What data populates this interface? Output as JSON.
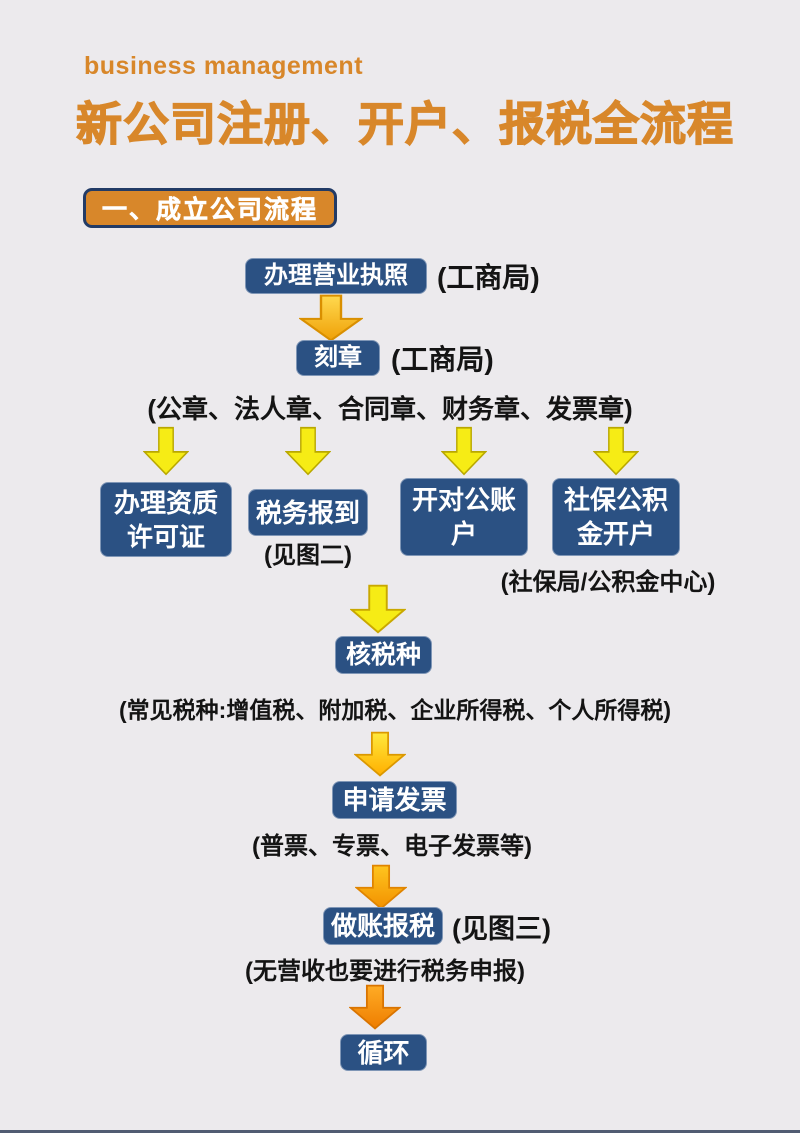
{
  "palette": {
    "background": "#ECEAED",
    "accent_orange": "#D8872A",
    "box_navy": "#2B5183",
    "arrow_yellow": "#F6EC15",
    "arrow_gold": "#EFA007",
    "arrow_orange": "#EE7D00",
    "badge_border_navy": "#223B66",
    "text_dark": "#141414"
  },
  "header": {
    "eyebrow": "business management",
    "title": "新公司注册、开户、报税全流程",
    "section_badge": "一、成立公司流程"
  },
  "flow": {
    "step_license": {
      "label": "办理营业执照",
      "note": "(工商局)"
    },
    "step_seal": {
      "label": "刻章",
      "note": "(工商局)",
      "caption": "(公章、法人章、合同章、财务章、发票章)"
    },
    "branches": [
      {
        "label": "办理资质许可证"
      },
      {
        "label": "税务报到",
        "caption": "(见图二)"
      },
      {
        "label": "开对公账户"
      },
      {
        "label": "社保公积金开户",
        "caption": "(社保局/公积金中心)"
      }
    ],
    "step_tax_type": {
      "label": "核税种",
      "caption": "(常见税种:增值税、附加税、企业所得税、个人所得税)"
    },
    "step_invoice": {
      "label": "申请发票",
      "caption": "(普票、专票、电子发票等)"
    },
    "step_bookkeeping": {
      "label": "做账报税",
      "note": "(见图三)",
      "caption": "(无营收也要进行税务申报)"
    },
    "step_cycle": {
      "label": "循环"
    }
  }
}
